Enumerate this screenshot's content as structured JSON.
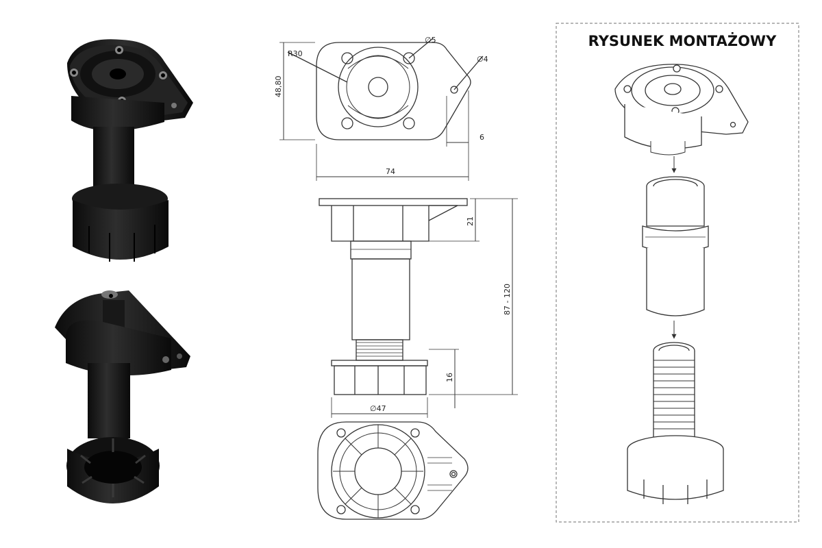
{
  "assembly": {
    "title": "RYSUNEK MONTAŻOWY"
  },
  "dimensions": {
    "radius": "R30",
    "hole_large": "∅5",
    "hole_small": "∅4",
    "plate_depth": "48,80",
    "plate_width": "74",
    "tab_offset": "6",
    "body_height": "21",
    "height_range": "87 - 120",
    "foot_height": "16",
    "foot_diameter": "∅47"
  },
  "colors": {
    "part": "#1c1c1c",
    "line": "#333333",
    "frame": "#8a8a8a"
  }
}
